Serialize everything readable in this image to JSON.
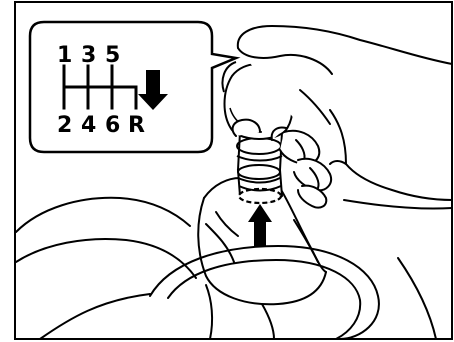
{
  "shift_pattern": {
    "top_gears": [
      "1",
      "3",
      "5"
    ],
    "bottom_gears": [
      "2",
      "4",
      "6",
      "R"
    ]
  },
  "icons": {
    "reverse_arrow": "arrow-down-icon",
    "lift_arrow": "arrow-up-icon",
    "hand": "hand-icon",
    "shift_knob": "shift-knob-icon",
    "shift_boot": "shift-boot-icon"
  },
  "colors": {
    "line": "#000000",
    "background": "#ffffff"
  }
}
